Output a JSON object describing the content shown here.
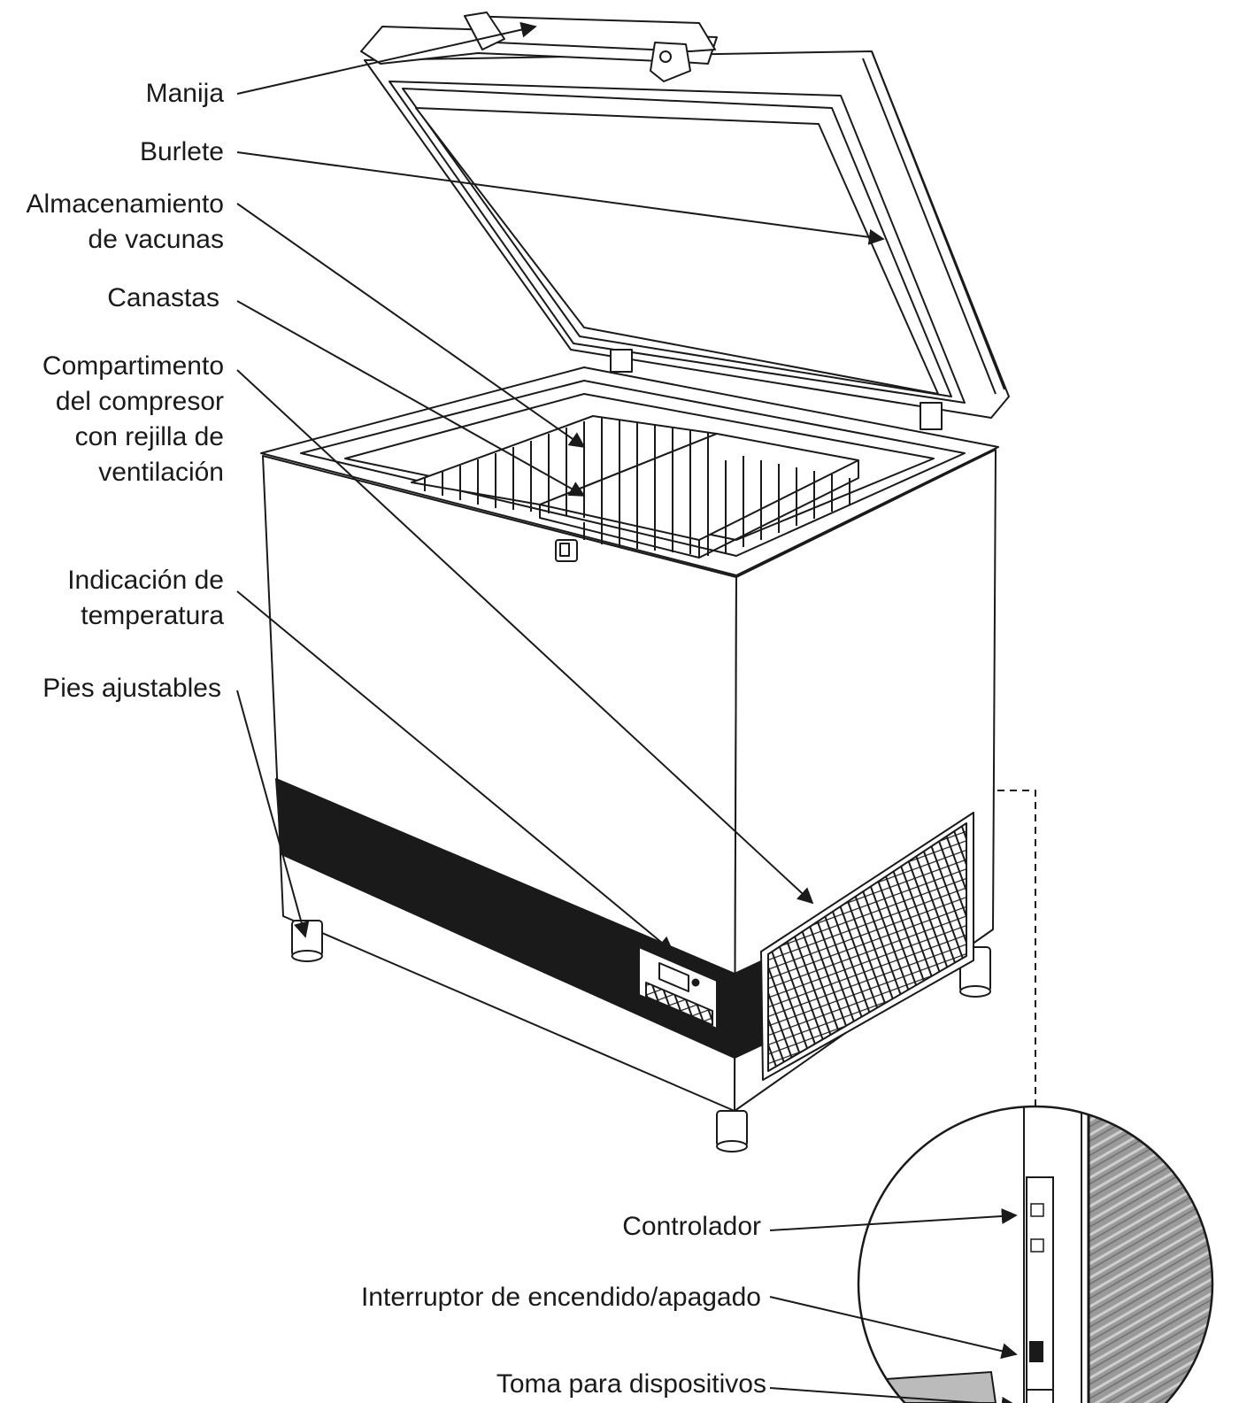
{
  "labels": {
    "manija": "Manija",
    "burlete": "Burlete",
    "almacenamiento": [
      "Almacenamiento",
      "de vacunas"
    ],
    "canastas": "Canastas",
    "compartimento": [
      "Compartimento",
      "del compresor",
      "con rejilla de",
      "ventilación"
    ],
    "indicacion": [
      "Indicación de",
      "temperatura"
    ],
    "pies": "Pies ajustables",
    "controlador": "Controlador",
    "interruptor": "Interruptor de encendido/apagado",
    "toma": "Toma para dispositivos"
  },
  "colors": {
    "line": "#1a1a1a",
    "band": "#1a1a1a",
    "fill": "#ffffff",
    "hatch": "#888888"
  }
}
